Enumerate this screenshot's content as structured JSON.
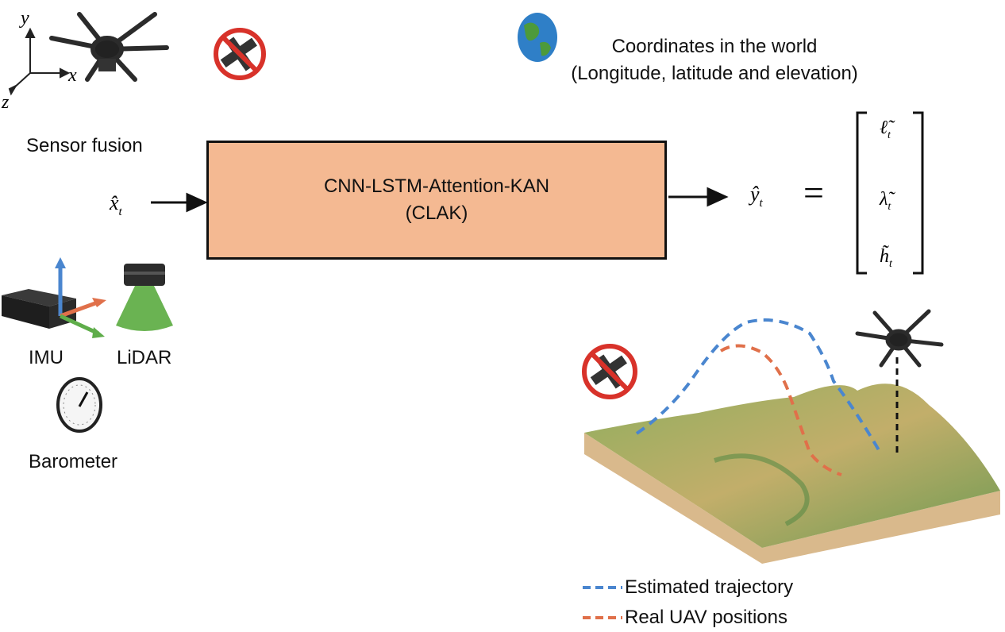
{
  "labels": {
    "sensor_fusion": "Sensor fusion",
    "imu": "IMU",
    "lidar": "LiDAR",
    "barometer": "Barometer",
    "coordinates_line1": "Coordinates in the world",
    "coordinates_line2": "(Longitude, latitude and elevation)"
  },
  "model": {
    "name": "CNN-LSTM-Attention-KAN",
    "abbr": "(CLAK)"
  },
  "math": {
    "input": "x̂",
    "input_sub": "t",
    "output": "ŷ",
    "output_sub": "t",
    "equals": "=",
    "vector": [
      {
        "sym": "ℓ̃",
        "sub": "t"
      },
      {
        "sym": "λ̃",
        "sub": "t"
      },
      {
        "sym": "h̃",
        "sub": "t"
      }
    ]
  },
  "axes": {
    "x": "x",
    "y": "y",
    "z": "z"
  },
  "legend": [
    {
      "label": "Estimated trajectory",
      "color": "#4a86cf"
    },
    {
      "label": "Real UAV positions",
      "color": "#e0704a"
    }
  ],
  "colors": {
    "model_fill": "#f4b992",
    "estimated": "#4a86cf",
    "real": "#e0704a",
    "no_gps": "#d8322a"
  },
  "icons": [
    "drone-icon",
    "no-gps-icon",
    "globe-icon",
    "imu-icon",
    "lidar-icon",
    "barometer-icon",
    "terrain-illustration"
  ]
}
